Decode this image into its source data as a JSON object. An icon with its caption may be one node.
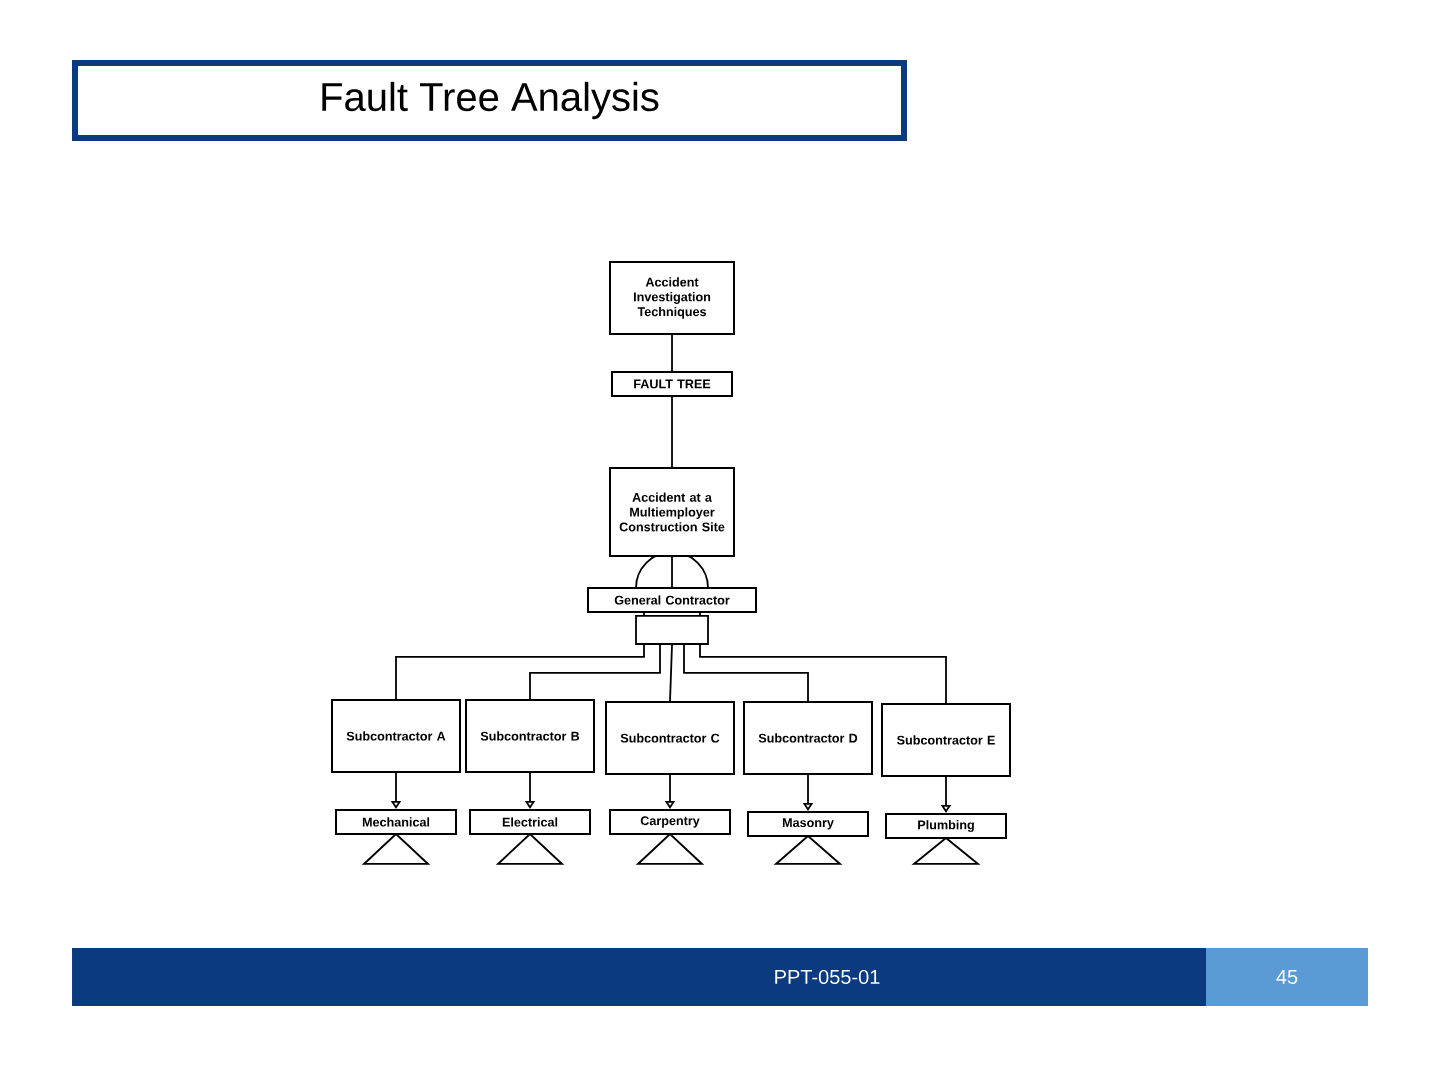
{
  "diagram": {
    "title": "Fault Tree Analysis",
    "nodes": [
      {
        "text": [
          "Accident Investigation Techniques"
        ]
      },
      {
        "text": [
          "FAULT TREE"
        ]
      },
      {
        "text": [
          "Accident at a Multiemployer Construction Site"
        ]
      },
      {
        "text": [
          "General Contractor"
        ]
      },
      {
        "text": [
          "Subcontractor A"
        ]
      },
      {
        "text": [
          "Subcontractor B"
        ]
      },
      {
        "text": [
          "Subcontractor C"
        ]
      },
      {
        "text": [
          "Subcontractor D"
        ]
      },
      {
        "text": [
          "Subcontractor E"
        ]
      },
      {
        "text": [
          "Mechanical"
        ]
      },
      {
        "text": [
          "Electrical"
        ]
      },
      {
        "text": [
          "Carpentry"
        ]
      },
      {
        "text": [
          "Masonry"
        ]
      },
      {
        "text": [
          "Plumbing"
        ]
      }
    ],
    "edges": [
      {
        "from": 0,
        "to": 1,
        "arrow": "none"
      },
      {
        "from": 1,
        "to": 2,
        "arrow": "none"
      },
      {
        "from": 2,
        "to": 3,
        "arrow": "none"
      },
      {
        "from": 3,
        "to": 4,
        "arrow": "none"
      },
      {
        "from": 3,
        "to": 5,
        "arrow": "none"
      },
      {
        "from": 3,
        "to": 6,
        "arrow": "none"
      },
      {
        "from": 3,
        "to": 7,
        "arrow": "none"
      },
      {
        "from": 3,
        "to": 8,
        "arrow": "none"
      },
      {
        "from": 4,
        "to": 9,
        "arrow": "to"
      },
      {
        "from": 5,
        "to": 10,
        "arrow": "to"
      },
      {
        "from": 6,
        "to": 11,
        "arrow": "to"
      },
      {
        "from": 7,
        "to": 12,
        "arrow": "to"
      },
      {
        "from": 8,
        "to": 13,
        "arrow": "to"
      }
    ],
    "labels": [
      "PPT-055-01",
      "45"
    ]
  }
}
